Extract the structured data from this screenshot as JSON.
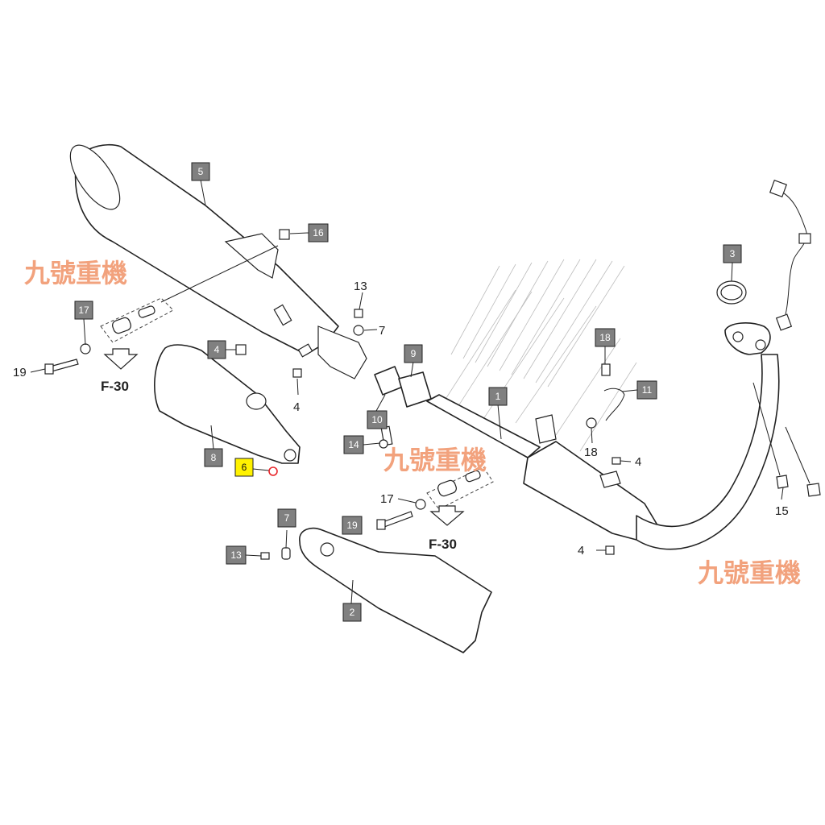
{
  "colors": {
    "box_fill": "#808080",
    "box_highlight_fill": "#fff200",
    "highlight_ring": "#e8262b",
    "watermark": "#f2a27d",
    "line": "#222222"
  },
  "watermark_text": "九號重機",
  "ref_label": "F-30",
  "callouts": {
    "c5": "5",
    "c16": "16",
    "c17a": "17",
    "c19a": "19",
    "c13a": "13",
    "c7a": "7",
    "c4a": "4",
    "c4b": "4",
    "c9": "9",
    "c10": "10",
    "c8": "8",
    "c6": "6",
    "c14": "14",
    "c1": "1",
    "c3": "3",
    "c18a": "18",
    "c11": "11",
    "c18b": "18",
    "c4c": "4",
    "c17b": "17",
    "c19b": "19",
    "c7b": "7",
    "c13b": "13",
    "c2": "2",
    "c4d": "4",
    "c15": "15"
  }
}
